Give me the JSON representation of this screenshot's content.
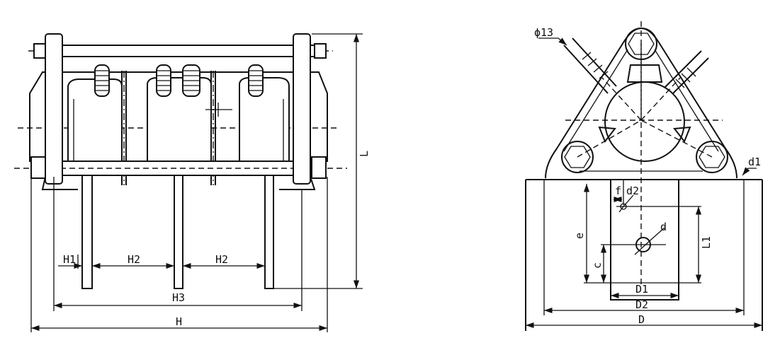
{
  "front_view": {
    "labels": {
      "h1": "H1",
      "h2_left": "H2",
      "h2_right": "H2",
      "h3": "H3",
      "h": "H",
      "l": "L"
    }
  },
  "side_view": {
    "labels": {
      "phi13": "ϕ13",
      "d1": "d1",
      "f": "f",
      "d2": "d2",
      "d": "d",
      "e": "e",
      "c": "c",
      "l1": "L1",
      "d1_upper": "D1",
      "d2_upper": "D2",
      "d_upper": "D"
    }
  }
}
